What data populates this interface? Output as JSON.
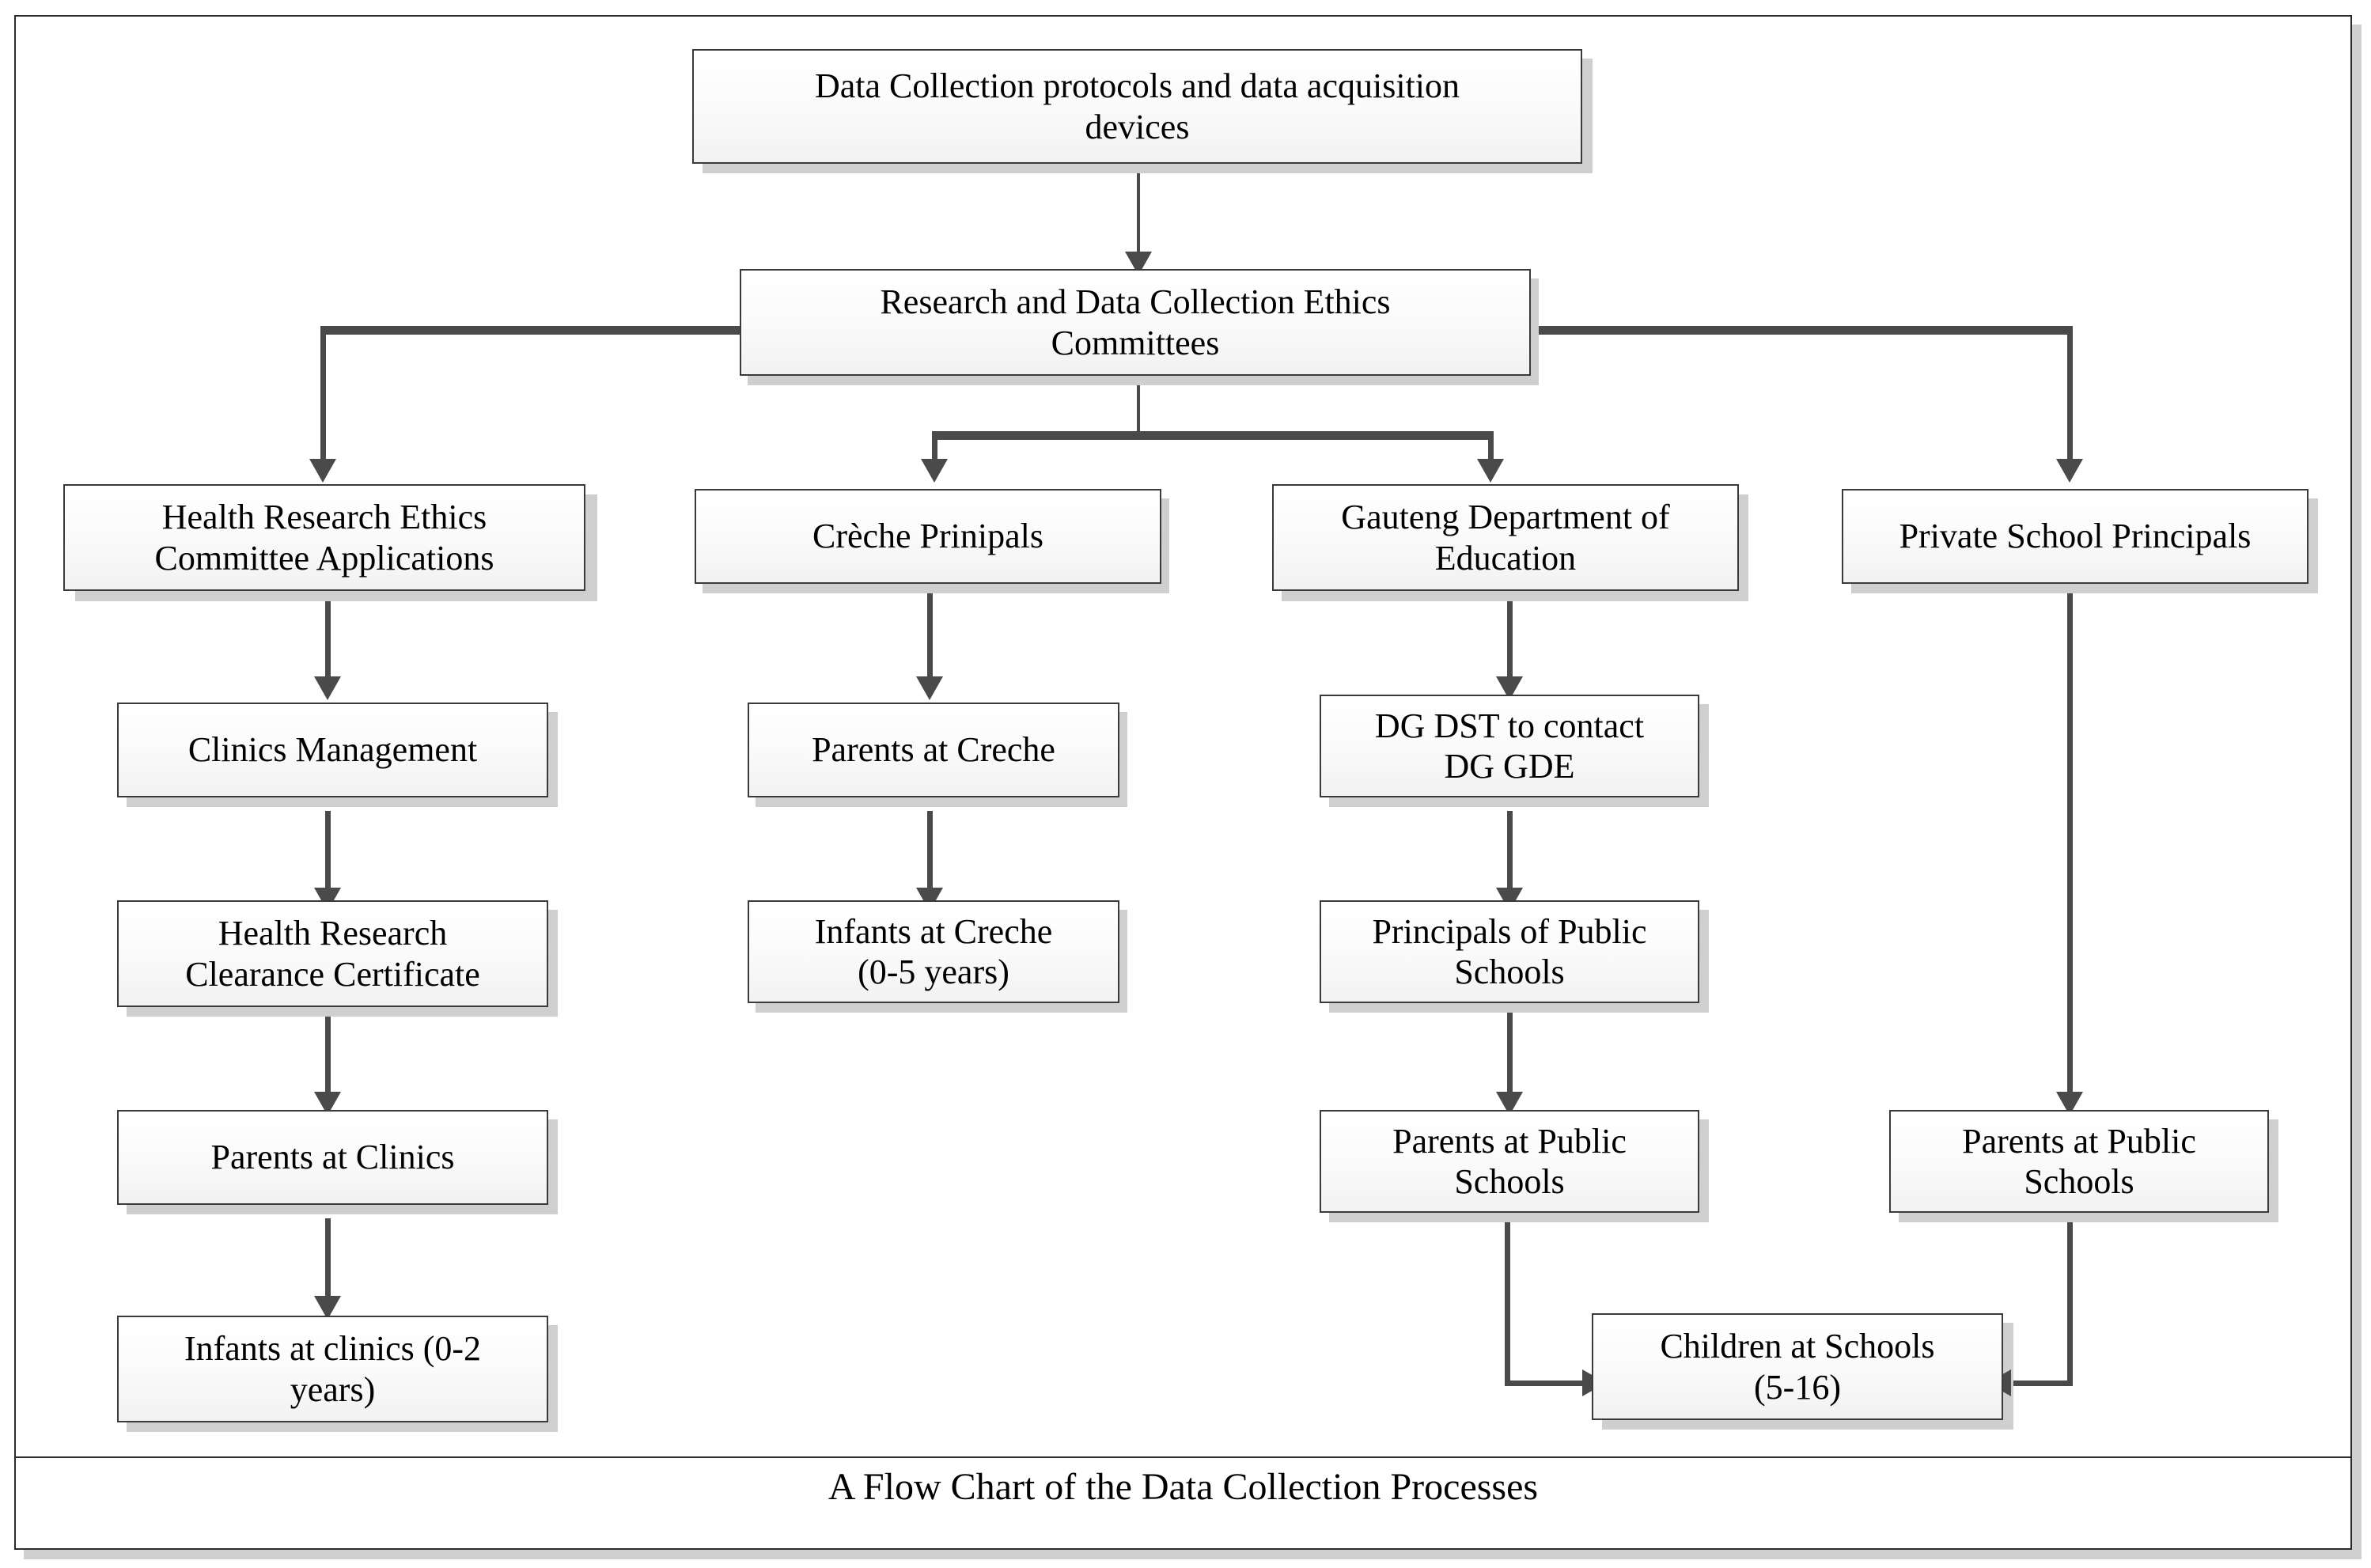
{
  "figure": {
    "caption": "A Flow Chart of the Data Collection Processes",
    "accent_color": "#4a4a4a",
    "box_border_color": "#3a3a3a",
    "box_fill_color": "#f7f7f7",
    "text_color": "#000000"
  },
  "chart_data": {
    "type": "diagram",
    "title": "A Flow Chart of the Data Collection Processes",
    "nodes": [
      {
        "id": "n1",
        "label": "Data Collection protocols and data acquisition devices"
      },
      {
        "id": "n2",
        "label": "Research and Data Collection Ethics Committees"
      },
      {
        "id": "n3",
        "label": "Health Research Ethics Committee Applications"
      },
      {
        "id": "n4",
        "label": "Crèche Prinipals"
      },
      {
        "id": "n5",
        "label": "Gauteng Department of Education"
      },
      {
        "id": "n6",
        "label": "Private School Principals"
      },
      {
        "id": "n7",
        "label": "Clinics Management"
      },
      {
        "id": "n8",
        "label": "Parents at Creche"
      },
      {
        "id": "n9",
        "label": "DG DST to contact DG GDE"
      },
      {
        "id": "n10",
        "label": "Health Research Clearance Certificate"
      },
      {
        "id": "n11",
        "label": "Infants at Creche (0-5 years)"
      },
      {
        "id": "n12",
        "label": "Principals of Public Schools"
      },
      {
        "id": "n13",
        "label": "Parents at Clinics"
      },
      {
        "id": "n14",
        "label": "Parents at Public Schools"
      },
      {
        "id": "n15",
        "label": "Parents at Public Schools"
      },
      {
        "id": "n16",
        "label": "Infants at clinics (0-2 years)"
      },
      {
        "id": "n17",
        "label": "Children at Schools (5-16)"
      }
    ],
    "edges": [
      {
        "from": "n1",
        "to": "n2",
        "style": "straight-down"
      },
      {
        "from": "n2",
        "to": "n3",
        "style": "elbow-left"
      },
      {
        "from": "n2",
        "to": "n4",
        "style": "elbow-center-left"
      },
      {
        "from": "n2",
        "to": "n5",
        "style": "elbow-center-right"
      },
      {
        "from": "n2",
        "to": "n6",
        "style": "elbow-right"
      },
      {
        "from": "n3",
        "to": "n7",
        "style": "straight-down"
      },
      {
        "from": "n7",
        "to": "n10",
        "style": "straight-down"
      },
      {
        "from": "n10",
        "to": "n13",
        "style": "straight-down"
      },
      {
        "from": "n13",
        "to": "n16",
        "style": "straight-down"
      },
      {
        "from": "n4",
        "to": "n8",
        "style": "straight-down"
      },
      {
        "from": "n8",
        "to": "n11",
        "style": "straight-down"
      },
      {
        "from": "n5",
        "to": "n9",
        "style": "straight-down"
      },
      {
        "from": "n9",
        "to": "n12",
        "style": "straight-down"
      },
      {
        "from": "n12",
        "to": "n14",
        "style": "straight-down"
      },
      {
        "from": "n14",
        "to": "n17",
        "style": "elbow-down-right"
      },
      {
        "from": "n6",
        "to": "n15",
        "style": "straight-down-long"
      },
      {
        "from": "n15",
        "to": "n17",
        "style": "elbow-down-left"
      }
    ],
    "columns": [
      {
        "name": "clinics-track",
        "nodes": [
          "n3",
          "n7",
          "n10",
          "n13",
          "n16"
        ]
      },
      {
        "name": "creche-track",
        "nodes": [
          "n4",
          "n8",
          "n11"
        ]
      },
      {
        "name": "public-school-track",
        "nodes": [
          "n5",
          "n9",
          "n12",
          "n14"
        ]
      },
      {
        "name": "private-school-track",
        "nodes": [
          "n6",
          "n15"
        ]
      }
    ]
  },
  "nodes": {
    "n1": {
      "line1": "Data Collection protocols and data acquisition",
      "line2": "devices"
    },
    "n2": {
      "line1": "Research and Data Collection Ethics",
      "line2": "Committees"
    },
    "n3": {
      "line1": "Health Research Ethics",
      "line2": "Committee Applications"
    },
    "n4": {
      "line1": "Crèche Prinipals",
      "line2": ""
    },
    "n5": {
      "line1": "Gauteng Department of",
      "line2": "Education"
    },
    "n6": {
      "line1": "Private School Principals",
      "line2": ""
    },
    "n7": {
      "line1": "Clinics Management",
      "line2": ""
    },
    "n8": {
      "line1": "Parents at Creche",
      "line2": ""
    },
    "n9": {
      "line1": "DG DST to contact",
      "line2": "DG GDE"
    },
    "n10": {
      "line1": "Health Research",
      "line2": "Clearance Certificate"
    },
    "n11": {
      "line1": "Infants at Creche",
      "line2": "(0-5 years)"
    },
    "n12": {
      "line1": "Principals of Public",
      "line2": "Schools"
    },
    "n13": {
      "line1": "Parents at Clinics",
      "line2": ""
    },
    "n14": {
      "line1": "Parents at Public",
      "line2": "Schools"
    },
    "n15": {
      "line1": "Parents at Public",
      "line2": "Schools"
    },
    "n16": {
      "line1": "Infants at clinics (0-2",
      "line2": "years)"
    },
    "n17": {
      "line1": "Children at Schools",
      "line2": "(5-16)"
    }
  }
}
